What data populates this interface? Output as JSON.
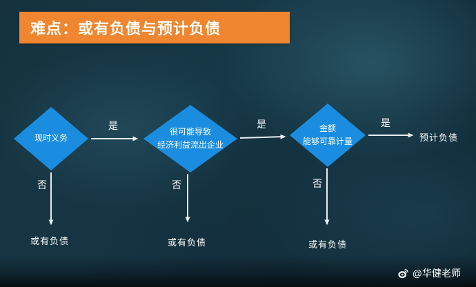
{
  "slide": {
    "title": "难点：或有负债与预计负债"
  },
  "colors": {
    "banner_orange": "#f0862f",
    "diamond_blue": "#1b8de0",
    "arrow_light": "#e8ecef",
    "background_dark_teal": "#15323e",
    "text_white": "#ffffff"
  },
  "flowchart": {
    "nodes": [
      {
        "id": "present-obligation",
        "lines": [
          "现时义务"
        ]
      },
      {
        "id": "economic-outflow",
        "lines": [
          "很可能导致",
          "经济利益流出企业"
        ]
      },
      {
        "id": "reliable-measure",
        "lines": [
          "金额",
          "能够可靠计量"
        ]
      }
    ],
    "labels": {
      "yes": "是",
      "no": "否",
      "estimated_liability": "预计负债",
      "contingent_liability": "或有负债"
    }
  },
  "watermark": {
    "icon": "weibo-icon",
    "handle": "@华健老师"
  }
}
